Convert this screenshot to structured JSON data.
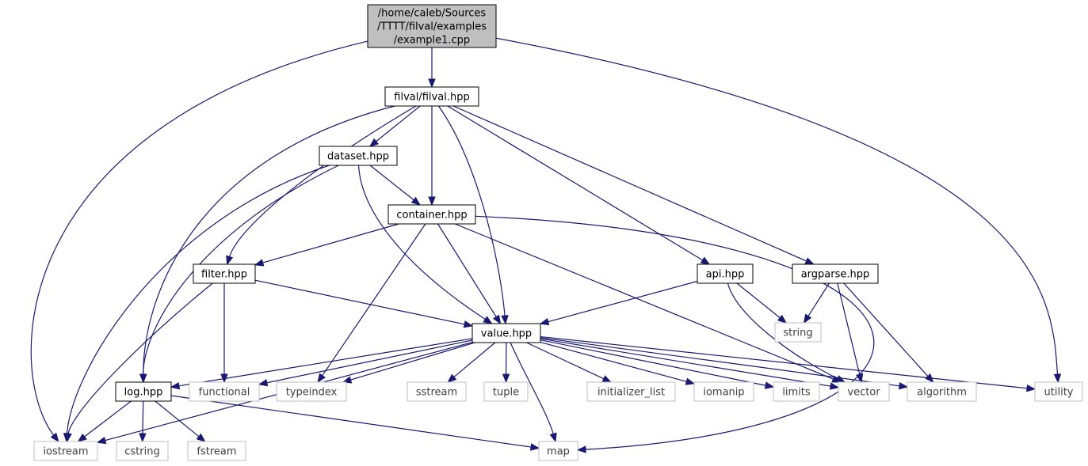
{
  "colors": {
    "edge": "#191970",
    "root_fill": "#bfbfbf",
    "root_stroke": "#000000",
    "local_stroke": "#000000",
    "system_stroke": "#bfbfbf",
    "system_text": "#404040",
    "fill": "#ffffff",
    "text": "#000000"
  },
  "nodes": [
    {
      "id": "example1",
      "kind": "root",
      "lines": [
        "/home/caleb/Sources",
        "/TTTT/filval/examples",
        "/example1.cpp"
      ]
    },
    {
      "id": "filval",
      "kind": "local",
      "lines": [
        "filval/filval.hpp"
      ]
    },
    {
      "id": "dataset",
      "kind": "local",
      "lines": [
        "dataset.hpp"
      ]
    },
    {
      "id": "container",
      "kind": "local",
      "lines": [
        "container.hpp"
      ]
    },
    {
      "id": "filter",
      "kind": "local",
      "lines": [
        "filter.hpp"
      ]
    },
    {
      "id": "api",
      "kind": "local",
      "lines": [
        "api.hpp"
      ]
    },
    {
      "id": "argparse",
      "kind": "local",
      "lines": [
        "argparse.hpp"
      ]
    },
    {
      "id": "value",
      "kind": "local",
      "lines": [
        "value.hpp"
      ]
    },
    {
      "id": "log",
      "kind": "local",
      "lines": [
        "log.hpp"
      ]
    },
    {
      "id": "functional",
      "kind": "system",
      "lines": [
        "functional"
      ]
    },
    {
      "id": "typeindex",
      "kind": "system",
      "lines": [
        "typeindex"
      ]
    },
    {
      "id": "sstream",
      "kind": "system",
      "lines": [
        "sstream"
      ]
    },
    {
      "id": "tuple",
      "kind": "system",
      "lines": [
        "tuple"
      ]
    },
    {
      "id": "initializer_list",
      "kind": "system",
      "lines": [
        "initializer_list"
      ]
    },
    {
      "id": "iomanip",
      "kind": "system",
      "lines": [
        "iomanip"
      ]
    },
    {
      "id": "limits",
      "kind": "system",
      "lines": [
        "limits"
      ]
    },
    {
      "id": "vector",
      "kind": "system",
      "lines": [
        "vector"
      ]
    },
    {
      "id": "algorithm",
      "kind": "system",
      "lines": [
        "algorithm"
      ]
    },
    {
      "id": "utility",
      "kind": "system",
      "lines": [
        "utility"
      ]
    },
    {
      "id": "string",
      "kind": "system",
      "lines": [
        "string"
      ]
    },
    {
      "id": "iostream",
      "kind": "system",
      "lines": [
        "iostream"
      ]
    },
    {
      "id": "cstring",
      "kind": "system",
      "lines": [
        "cstring"
      ]
    },
    {
      "id": "fstream",
      "kind": "system",
      "lines": [
        "fstream"
      ]
    },
    {
      "id": "map",
      "kind": "system",
      "lines": [
        "map"
      ]
    }
  ],
  "edges": [
    [
      "example1",
      "filval"
    ],
    [
      "example1",
      "iostream"
    ],
    [
      "example1",
      "utility"
    ],
    [
      "filval",
      "dataset"
    ],
    [
      "filval",
      "container"
    ],
    [
      "filval",
      "value"
    ],
    [
      "filval",
      "filter"
    ],
    [
      "filval",
      "log"
    ],
    [
      "filval",
      "api"
    ],
    [
      "filval",
      "argparse"
    ],
    [
      "dataset",
      "container"
    ],
    [
      "dataset",
      "value"
    ],
    [
      "dataset",
      "log"
    ],
    [
      "dataset",
      "iostream"
    ],
    [
      "container",
      "filter"
    ],
    [
      "container",
      "value"
    ],
    [
      "container",
      "typeindex"
    ],
    [
      "container",
      "vector"
    ],
    [
      "container",
      "map"
    ],
    [
      "filter",
      "value"
    ],
    [
      "filter",
      "functional"
    ],
    [
      "filter",
      "iostream"
    ],
    [
      "api",
      "value"
    ],
    [
      "api",
      "string"
    ],
    [
      "api",
      "vector"
    ],
    [
      "argparse",
      "string"
    ],
    [
      "argparse",
      "vector"
    ],
    [
      "argparse",
      "algorithm"
    ],
    [
      "value",
      "log"
    ],
    [
      "value",
      "functional"
    ],
    [
      "value",
      "typeindex"
    ],
    [
      "value",
      "iostream"
    ],
    [
      "value",
      "sstream"
    ],
    [
      "value",
      "tuple"
    ],
    [
      "value",
      "map"
    ],
    [
      "value",
      "initializer_list"
    ],
    [
      "value",
      "iomanip"
    ],
    [
      "value",
      "limits"
    ],
    [
      "value",
      "vector"
    ],
    [
      "value",
      "algorithm"
    ],
    [
      "value",
      "utility"
    ],
    [
      "log",
      "iostream"
    ],
    [
      "log",
      "cstring"
    ],
    [
      "log",
      "fstream"
    ],
    [
      "log",
      "map"
    ]
  ]
}
